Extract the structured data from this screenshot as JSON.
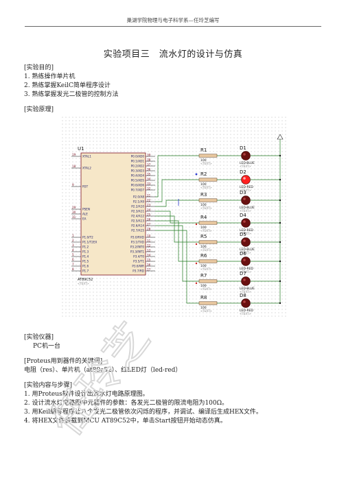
{
  "header": "巢湖学院物理与电子科学系—任玲芝编写",
  "title": "实验项目三　流水灯的设计与仿真",
  "sections": {
    "purpose_head": "[实验目的]",
    "purpose_items": [
      "1. 熟练操作单片机",
      "2. 熟练掌握KeilC简单程序设计",
      "3. 熟练掌握发光二极管的控制方法"
    ],
    "principle_head": "[实验原理]",
    "instrument_head": "[实验仪器]",
    "instrument_body": "PC机一台",
    "keyword_head": "[Proteus用到器件的关键词]",
    "keyword_body": "电阻（res）、单片机（at89c52）、红LED灯（led-red）",
    "steps_head": "[实验内容与步骤]",
    "steps": [
      "1. 用Proteus软件设计出流水灯电路原理图。",
      "2. 设计流水灯电路图中元器件的参数：各发光二极管的限流电阻为100Ω。",
      "3. 用Keil编写程序让八个发光二极管依次闪烁的程序，并调试、编译后生成HEX文件。",
      "4. 将HEX文件装载到MCU AT89C52中，单击Start按钮开始动态仿真。"
    ]
  },
  "circuit": {
    "chip_ref": "U1",
    "chip_part": "AT89C52",
    "chip_text": "<TEXT>",
    "left_pins": [
      {
        "num": "19",
        "name": "XTAL1"
      },
      {
        "num": "18",
        "name": "XTAL2"
      },
      {
        "num": "9",
        "name": "RST"
      },
      {
        "num": "29",
        "name": "PSEN"
      },
      {
        "num": "30",
        "name": "ALE"
      },
      {
        "num": "31",
        "name": "EA"
      },
      {
        "num": "1",
        "name": "P1.0/T2"
      },
      {
        "num": "2",
        "name": "P1.1/T2EX"
      },
      {
        "num": "3",
        "name": "P1.2"
      },
      {
        "num": "4",
        "name": "P1.3"
      },
      {
        "num": "5",
        "name": "P1.4"
      },
      {
        "num": "6",
        "name": "P1.5"
      },
      {
        "num": "7",
        "name": "P1.6"
      },
      {
        "num": "8",
        "name": "P1.7"
      }
    ],
    "right_pins_p0": [
      {
        "name": "P0.0/AD0",
        "num": "39"
      },
      {
        "name": "P0.1/AD1",
        "num": "38"
      },
      {
        "name": "P0.2/AD2",
        "num": "37"
      },
      {
        "name": "P0.3/AD3",
        "num": "36"
      },
      {
        "name": "P0.4/AD4",
        "num": "35"
      },
      {
        "name": "P0.5/AD5",
        "num": "34"
      },
      {
        "name": "P0.6/AD6",
        "num": "33"
      },
      {
        "name": "P0.7/AD7",
        "num": "32"
      }
    ],
    "right_pins_p2": [
      {
        "name": "P2.0/A8",
        "num": "21"
      },
      {
        "name": "P2.1/A9",
        "num": "22"
      },
      {
        "name": "P2.2/A10",
        "num": "23"
      },
      {
        "name": "P2.3/A11",
        "num": "24"
      },
      {
        "name": "P2.4/A12",
        "num": "25"
      },
      {
        "name": "P2.5/A13",
        "num": "26"
      },
      {
        "name": "P2.6/A14",
        "num": "27"
      },
      {
        "name": "P2.7/A15",
        "num": "28"
      }
    ],
    "right_pins_p3": [
      {
        "name": "P3.0/RXD",
        "num": "10"
      },
      {
        "name": "P3.1/TXD",
        "num": "11"
      },
      {
        "name": "P3.2/INT0",
        "num": "12"
      },
      {
        "name": "P3.3/INT1",
        "num": "13"
      },
      {
        "name": "P3.4/T0",
        "num": "14"
      },
      {
        "name": "P3.5/T1",
        "num": "15"
      },
      {
        "name": "P3.6/WR",
        "num": "16"
      },
      {
        "name": "P3.7/RD",
        "num": "17"
      }
    ],
    "resistors": [
      {
        "ref": "R1",
        "value": "100",
        "text": "<TEXT>"
      },
      {
        "ref": "R2",
        "value": "100",
        "text": "<TEXT>"
      },
      {
        "ref": "R3",
        "value": "100",
        "text": "<TEXT>"
      },
      {
        "ref": "R4",
        "value": "100",
        "text": "<TEXT>"
      },
      {
        "ref": "R5",
        "value": "100",
        "text": "<TEXT>"
      },
      {
        "ref": "R6",
        "value": "100",
        "text": "<TEXT>"
      },
      {
        "ref": "R7",
        "value": "100",
        "text": "<TEXT>"
      },
      {
        "ref": "R8",
        "value": "100",
        "text": "<TEXT>"
      }
    ],
    "leds": [
      {
        "ref": "D1",
        "part": "LED-BLUE",
        "text": "<TEXT>",
        "lit": false
      },
      {
        "ref": "D2",
        "part": "LED-RED",
        "text": "<TEXT>",
        "lit": true
      },
      {
        "ref": "D3",
        "part": "LED-BLUE",
        "text": "<TEXT>",
        "lit": false
      },
      {
        "ref": "D4",
        "part": "LED-RED",
        "text": "<TEXT>",
        "lit": false
      },
      {
        "ref": "D5",
        "part": "LED-BLUE",
        "text": "<TEXT>",
        "lit": false
      },
      {
        "ref": "D6",
        "part": "LED-RED",
        "text": "<TEXT>",
        "lit": false
      },
      {
        "ref": "D7",
        "part": "LED-BLUE",
        "text": "<TEXT>",
        "lit": false
      },
      {
        "ref": "D8",
        "part": "LED-RED",
        "text": "<TEXT>",
        "lit": false
      }
    ],
    "colors": {
      "chip": "#f6e7c8",
      "chip_border": "#7a1020",
      "wire": "#1f7a1f",
      "led_off": "#6a1010",
      "led_lit": "#ff2020",
      "resistor": "#e8c8a0",
      "grid_dot": "#9a9a9a",
      "text": "#1a1a6a",
      "pin_text": "#7a1020"
    }
  },
  "watermark": "任玲芝"
}
